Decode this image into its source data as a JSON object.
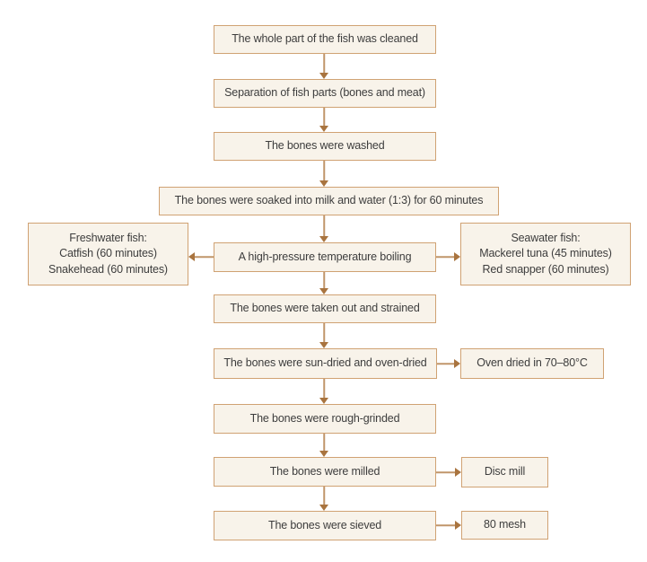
{
  "diagram": {
    "type": "flowchart",
    "description": "Process flow for preparing fish bone powder",
    "nodes": {
      "step1": {
        "label": "The whole part of the fish was cleaned"
      },
      "step2": {
        "label": "Separation of fish parts (bones and meat)"
      },
      "step3": {
        "label": "The bones were washed"
      },
      "step4": {
        "label": "The bones were soaked into milk and water (1:3) for 60 minutes"
      },
      "step5": {
        "label": "A high-pressure temperature boiling"
      },
      "step6": {
        "label": "The bones were taken out and strained"
      },
      "step7": {
        "label": "The bones were sun-dried and oven-dried"
      },
      "step8": {
        "label": "The bones were rough-grinded"
      },
      "step9": {
        "label": "The bones were milled"
      },
      "step10": {
        "label": "The bones were sieved"
      },
      "freshwater": {
        "label": "Freshwater fish:\nCatfish (60 minutes)\nSnakehead (60 minutes)"
      },
      "seawater": {
        "label": "Seawater fish:\nMackerel tuna (45 minutes)\nRed snapper (60 minutes)"
      },
      "oven_dried": {
        "label": "Oven dried in 70–80°C"
      },
      "disc_mill": {
        "label": "Disc mill"
      },
      "mesh_80": {
        "label": "80 mesh"
      }
    },
    "edges": [
      {
        "from": "step1",
        "to": "step2",
        "direction": "down"
      },
      {
        "from": "step2",
        "to": "step3",
        "direction": "down"
      },
      {
        "from": "step3",
        "to": "step4",
        "direction": "down"
      },
      {
        "from": "step4",
        "to": "step5",
        "direction": "down"
      },
      {
        "from": "step5",
        "to": "freshwater",
        "direction": "left"
      },
      {
        "from": "step5",
        "to": "seawater",
        "direction": "right"
      },
      {
        "from": "step5",
        "to": "step6",
        "direction": "down"
      },
      {
        "from": "step6",
        "to": "step7",
        "direction": "down"
      },
      {
        "from": "step7",
        "to": "oven_dried",
        "direction": "right"
      },
      {
        "from": "step7",
        "to": "step8",
        "direction": "down"
      },
      {
        "from": "step8",
        "to": "step9",
        "direction": "down"
      },
      {
        "from": "step9",
        "to": "disc_mill",
        "direction": "right"
      },
      {
        "from": "step9",
        "to": "step10",
        "direction": "down"
      },
      {
        "from": "step10",
        "to": "mesh_80",
        "direction": "right"
      }
    ],
    "colors": {
      "box_fill": "#f8f3ea",
      "box_border": "#d0a273",
      "arrow_line": "#c0956a",
      "arrow_head": "#a9743f",
      "text": "#3d3d3d",
      "background": "#ffffff"
    }
  }
}
